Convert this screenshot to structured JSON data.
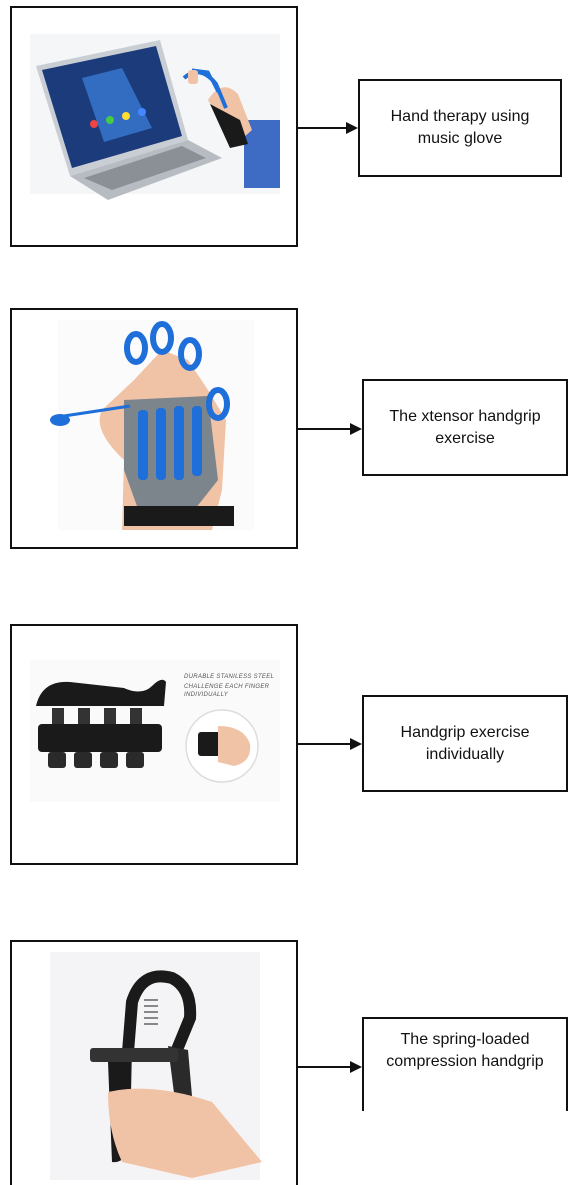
{
  "items": [
    {
      "label": "Hand therapy using music glove",
      "image": "laptop-music-glove-photo"
    },
    {
      "label": "The xtensor handgrip exercise",
      "image": "xtensor-hand-exerciser-photo"
    },
    {
      "label": "Handgrip exercise individually",
      "image": "finger-handgrip-exerciser-photo",
      "image_text": [
        "DURABLE STANILESS STEEL",
        "CHALLENGE EACH FINGER",
        "INDIVIDUALLY"
      ]
    },
    {
      "label": "The spring-loaded compression handgrip",
      "image": "spring-handgrip-photo"
    }
  ],
  "colors": {
    "line": "#111111",
    "glove_blue": "#1e6fd9",
    "grip_black": "#1a1a1a",
    "skin": "#f2c3a8"
  }
}
